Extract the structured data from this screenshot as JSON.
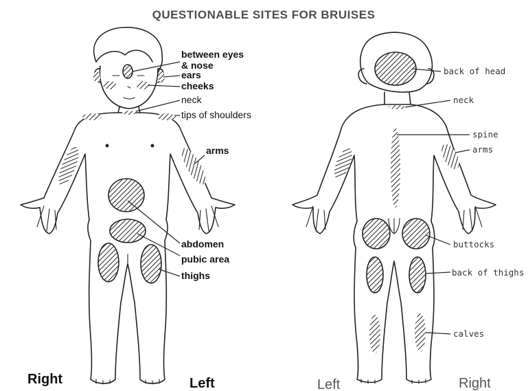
{
  "title": "QUESTIONABLE SITES FOR BRUISES",
  "front_labels": {
    "between_eyes_1": "between eyes",
    "between_eyes_2": "& nose",
    "ears": "ears",
    "cheeks": "cheeks",
    "neck": "neck",
    "shoulders": "tips of shoulders",
    "arms": "arms",
    "abdomen": "abdomen",
    "pubic": "pubic area",
    "thighs": "thighs"
  },
  "back_labels": {
    "head": "back of head",
    "neck": "neck",
    "spine": "spine",
    "arms": "arms",
    "buttocks": "buttocks",
    "thighs": "back of thighs",
    "calves": "calves"
  },
  "sides": {
    "front_right": "Right",
    "front_left": "Left",
    "back_left": "Left",
    "back_right": "Right"
  },
  "colors": {
    "ink": "#222222",
    "title": "#4d4d4d",
    "background": "#ffffff"
  }
}
